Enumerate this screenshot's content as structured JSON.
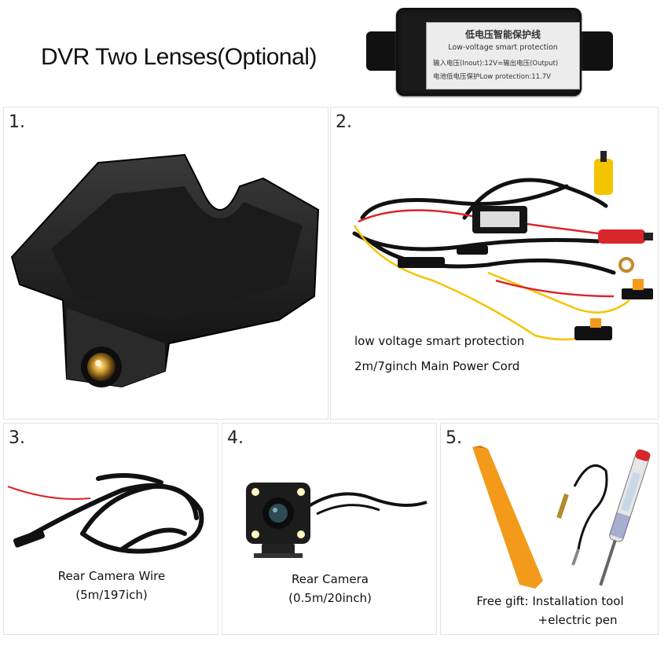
{
  "title": "DVR Two Lenses(Optional)",
  "module": {
    "line1": "低电压智能保护线",
    "line2": "Low-voltage smart protection",
    "line3": "输入电压(Inout):12V=输出电压(Output)",
    "line4": "电池低电压保护Low protection:11.7V"
  },
  "panels": [
    {
      "number": "1.",
      "caption": []
    },
    {
      "number": "2.",
      "caption": [
        "low voltage smart protection",
        "2m/7ginch Main Power Cord"
      ]
    },
    {
      "number": "3.",
      "caption": [
        "Rear Camera Wire",
        "(5m/197ich)"
      ]
    },
    {
      "number": "4.",
      "caption": [
        "Rear Camera",
        "(0.5m/20inch)"
      ]
    },
    {
      "number": "5.",
      "caption": [
        "Free gift: Installation tool",
        "+electric pen"
      ]
    }
  ],
  "colors": {
    "cable_yellow": "#f4c400",
    "cable_red": "#d8262b",
    "tool_orange": "#f39a1a",
    "camera_gold": "#d8a23a"
  }
}
